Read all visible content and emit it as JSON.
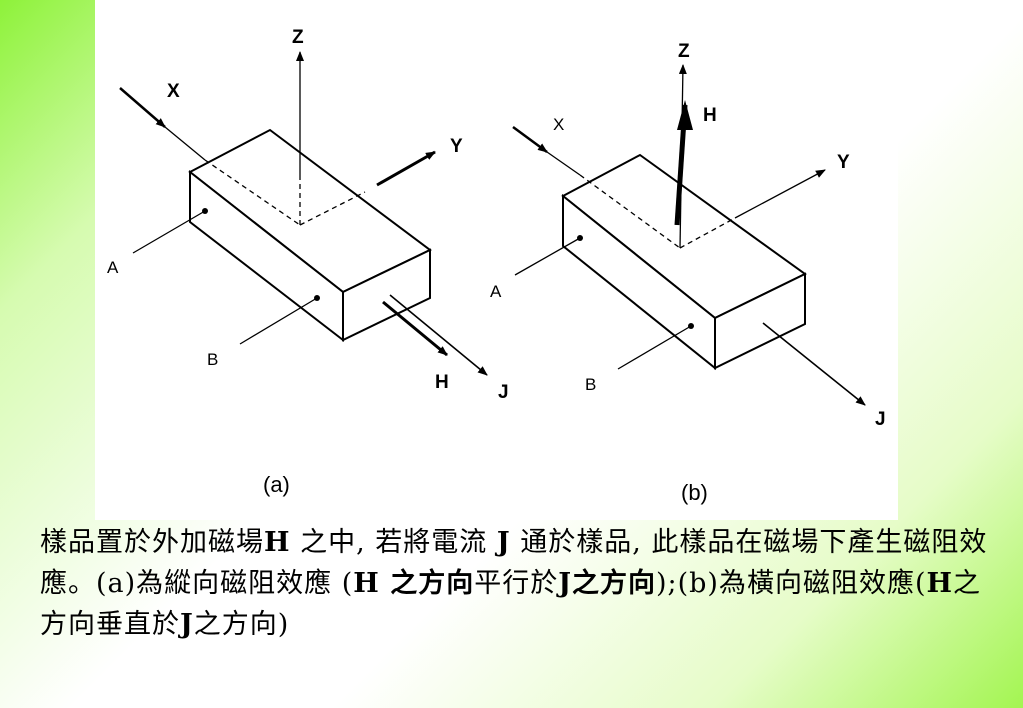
{
  "diagram_a": {
    "labels": {
      "x": "X",
      "y": "Y",
      "z": "Z",
      "a": "A",
      "b": "B",
      "h": "H",
      "j": "J"
    },
    "caption": "(a)"
  },
  "diagram_b": {
    "labels": {
      "x": "X",
      "y": "Y",
      "z": "Z",
      "a": "A",
      "b": "B",
      "h": "H",
      "j": "J"
    },
    "caption": "(b)"
  },
  "caption": {
    "seg1": "樣品置於外加磁場",
    "seg2": "H",
    "seg3": " 之中, 若將電流 ",
    "seg4": "J",
    "seg5": " 通於樣品, 此樣品在磁場下產生磁阻效應。(a)為縱向磁阻效應 (",
    "seg6": "H",
    "seg7": " 之方向",
    "seg8": "平行於",
    "seg9": "J之方向",
    "seg10": ");(b)為橫向磁阻效應(",
    "seg11": "H",
    "seg12": "之方向垂直於",
    "seg13": "J",
    "seg14": "之方向)"
  }
}
